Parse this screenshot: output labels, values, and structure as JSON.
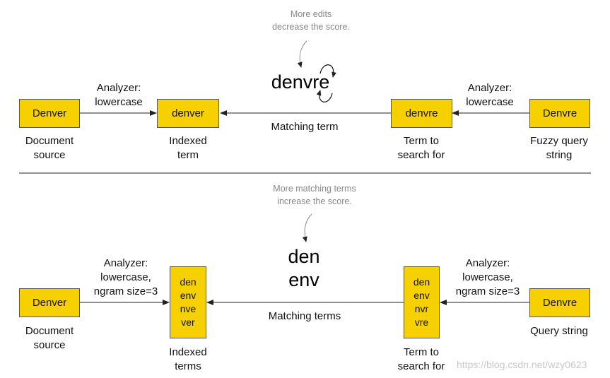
{
  "top": {
    "note_line1": "More edits",
    "note_line2": "decrease the score.",
    "big_term": "denvre",
    "doc_box": "Denver",
    "doc_caption_line1": "Document",
    "doc_caption_line2": "source",
    "left_analyzer_line1": "Analyzer:",
    "left_analyzer_line2": "lowercase",
    "indexed_box": "denver",
    "indexed_caption_line1": "Indexed",
    "indexed_caption_line2": "term",
    "matching_label": "Matching term",
    "term_box": "denvre",
    "term_caption_line1": "Term to",
    "term_caption_line2": "search for",
    "right_analyzer_line1": "Analyzer:",
    "right_analyzer_line2": "lowercase",
    "query_box": "Denvre",
    "query_caption_line1": "Fuzzy query",
    "query_caption_line2": "string"
  },
  "bottom": {
    "note_line1": "More matching terms",
    "note_line2": "increase the score.",
    "big_line1": "den",
    "big_line2": "env",
    "doc_box": "Denver",
    "doc_caption_line1": "Document",
    "doc_caption_line2": "source",
    "left_analyzer_line1": "Analyzer:",
    "left_analyzer_line2": "lowercase,",
    "left_analyzer_line3": "ngram size=3",
    "indexed_grams": [
      "den",
      "env",
      "nve",
      "ver"
    ],
    "indexed_caption_line1": "Indexed",
    "indexed_caption_line2": "terms",
    "matching_label": "Matching terms",
    "term_grams": [
      "den",
      "env",
      "nvr",
      "vre"
    ],
    "term_caption_line1": "Term to",
    "term_caption_line2": "search for",
    "right_analyzer_line1": "Analyzer:",
    "right_analyzer_line2": "lowercase,",
    "right_analyzer_line3": "ngram size=3",
    "query_box": "Denvre",
    "query_caption": "Query string"
  },
  "watermark": "https://blog.csdn.net/wzy0623",
  "colors": {
    "box_fill": "#f7d000",
    "box_border": "#555555",
    "note_text": "#888888"
  }
}
